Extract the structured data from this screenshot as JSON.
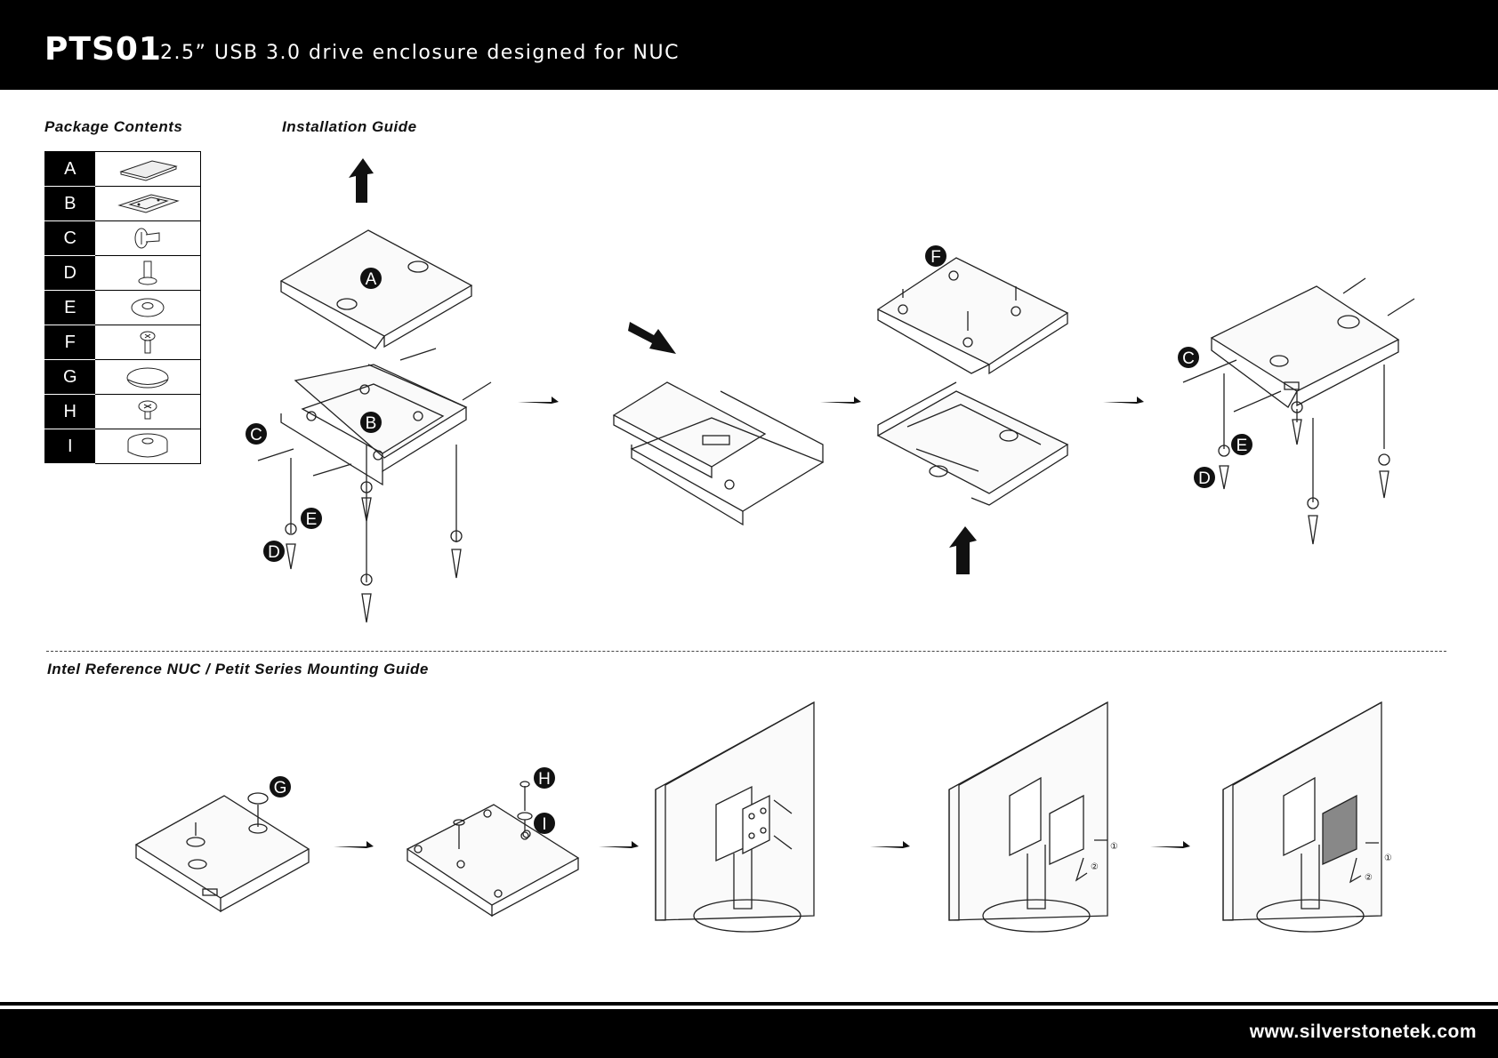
{
  "header": {
    "model": "PTS01",
    "subtitle": "2.5” USB 3.0 drive enclosure designed for NUC"
  },
  "package_contents": {
    "title": "Package Contents",
    "items": [
      {
        "letter": "A",
        "icon": "top-cover-icon"
      },
      {
        "letter": "B",
        "icon": "bottom-bracket-icon"
      },
      {
        "letter": "C",
        "icon": "flat-screw-icon"
      },
      {
        "letter": "D",
        "icon": "long-screw-icon"
      },
      {
        "letter": "E",
        "icon": "rubber-grommet-icon"
      },
      {
        "letter": "F",
        "icon": "short-screw-icon"
      },
      {
        "letter": "G",
        "icon": "rubber-foot-icon"
      },
      {
        "letter": "H",
        "icon": "mounting-screw-icon"
      },
      {
        "letter": "I",
        "icon": "spacer-icon"
      }
    ]
  },
  "installation_guide": {
    "title": "Installation Guide",
    "callouts": [
      "A",
      "B",
      "C",
      "E",
      "D",
      "F",
      "C",
      "E",
      "D"
    ]
  },
  "mounting_guide": {
    "title": "Intel Reference NUC / Petit Series Mounting Guide",
    "callouts": [
      "G",
      "H",
      "I"
    ],
    "step_markers": [
      "①",
      "②",
      "①",
      "②"
    ]
  },
  "footer": {
    "url": "www.silverstonetek.com"
  }
}
